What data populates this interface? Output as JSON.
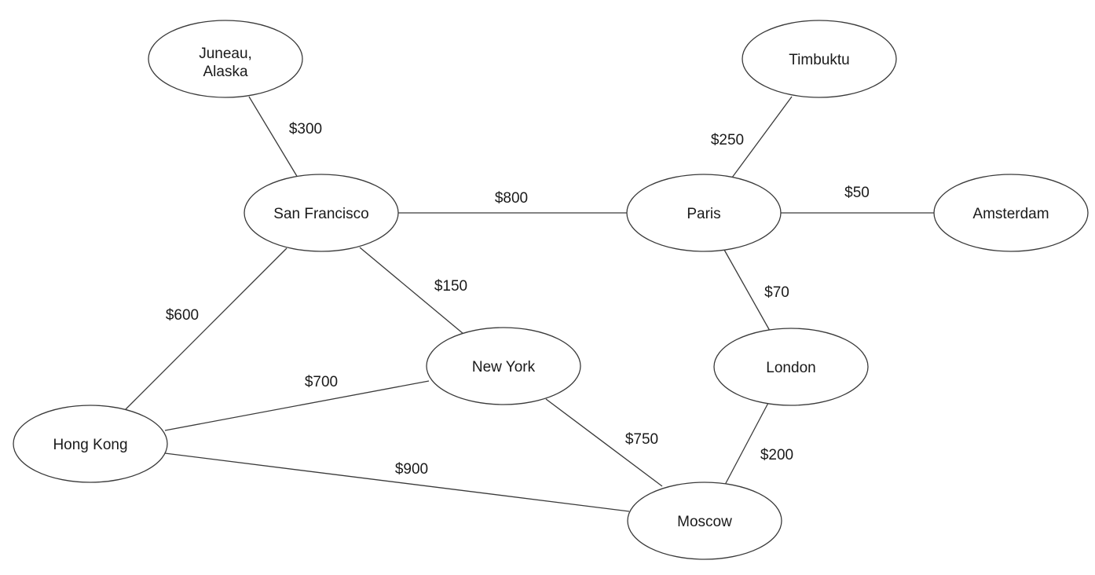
{
  "nodes": {
    "juneau": {
      "label_line1": "Juneau,",
      "label_line2": "Alaska"
    },
    "san_francisco": {
      "label": "San Francisco"
    },
    "hong_kong": {
      "label": "Hong Kong"
    },
    "new_york": {
      "label": "New York"
    },
    "moscow": {
      "label": "Moscow"
    },
    "paris": {
      "label": "Paris"
    },
    "timbuktu": {
      "label": "Timbuktu"
    },
    "amsterdam": {
      "label": "Amsterdam"
    },
    "london": {
      "label": "London"
    }
  },
  "edges": {
    "juneau_sf": {
      "from": "Juneau, Alaska",
      "to": "San Francisco",
      "cost": "$300"
    },
    "sf_paris": {
      "from": "San Francisco",
      "to": "Paris",
      "cost": "$800"
    },
    "sf_newyork": {
      "from": "San Francisco",
      "to": "New York",
      "cost": "$150"
    },
    "sf_hongkong": {
      "from": "San Francisco",
      "to": "Hong Kong",
      "cost": "$600"
    },
    "hongkong_newyork": {
      "from": "Hong Kong",
      "to": "New York",
      "cost": "$700"
    },
    "hongkong_moscow": {
      "from": "Hong Kong",
      "to": "Moscow",
      "cost": "$900"
    },
    "newyork_moscow": {
      "from": "New York",
      "to": "Moscow",
      "cost": "$750"
    },
    "paris_timbuktu": {
      "from": "Paris",
      "to": "Timbuktu",
      "cost": "$250"
    },
    "paris_amsterdam": {
      "from": "Paris",
      "to": "Amsterdam",
      "cost": "$50"
    },
    "paris_london": {
      "from": "Paris",
      "to": "London",
      "cost": "$70"
    },
    "london_moscow": {
      "from": "London",
      "to": "Moscow",
      "cost": "$200"
    }
  },
  "colors": {
    "stroke": "#3a3a3a",
    "text": "#1a1a1a",
    "background": "#ffffff"
  }
}
